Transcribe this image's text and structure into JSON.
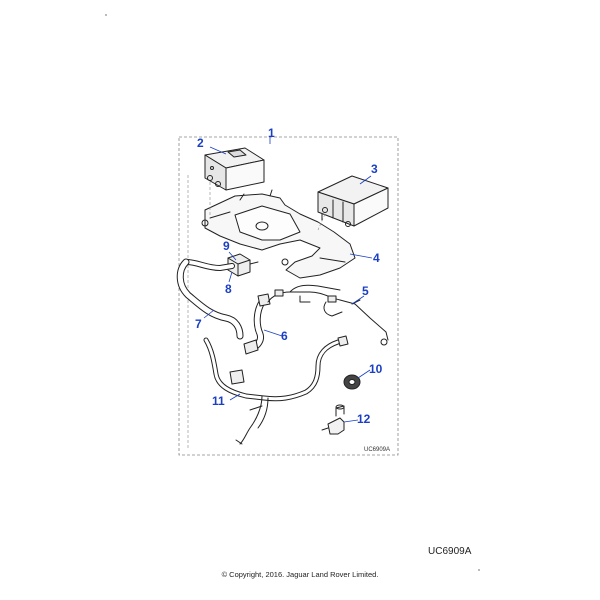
{
  "diagram": {
    "callouts": [
      "1",
      "2",
      "3",
      "4",
      "5",
      "6",
      "7",
      "8",
      "9",
      "10",
      "11",
      "12"
    ],
    "image_code": "UC6909A",
    "reference_code": "UC6909A",
    "copyright": "© Copyright, 2016. Jaguar Land Rover Limited."
  },
  "colors": {
    "callout": "#1a3fc4",
    "line": "#222222",
    "leader": "#1a3fc4",
    "frame": "#888888"
  },
  "parts": [
    {
      "callout": "1",
      "icon": "assembly-frame-icon"
    },
    {
      "callout": "2",
      "icon": "module-box-icon"
    },
    {
      "callout": "3",
      "icon": "canister-icon"
    },
    {
      "callout": "4",
      "icon": "bracket-icon"
    },
    {
      "callout": "5",
      "icon": "harness-icon"
    },
    {
      "callout": "6",
      "icon": "hose-icon"
    },
    {
      "callout": "7",
      "icon": "hose-icon"
    },
    {
      "callout": "8",
      "icon": "hose-icon"
    },
    {
      "callout": "9",
      "icon": "valve-icon"
    },
    {
      "callout": "10",
      "icon": "grommet-icon"
    },
    {
      "callout": "11",
      "icon": "pipe-assembly-icon"
    },
    {
      "callout": "12",
      "icon": "connector-icon"
    }
  ]
}
